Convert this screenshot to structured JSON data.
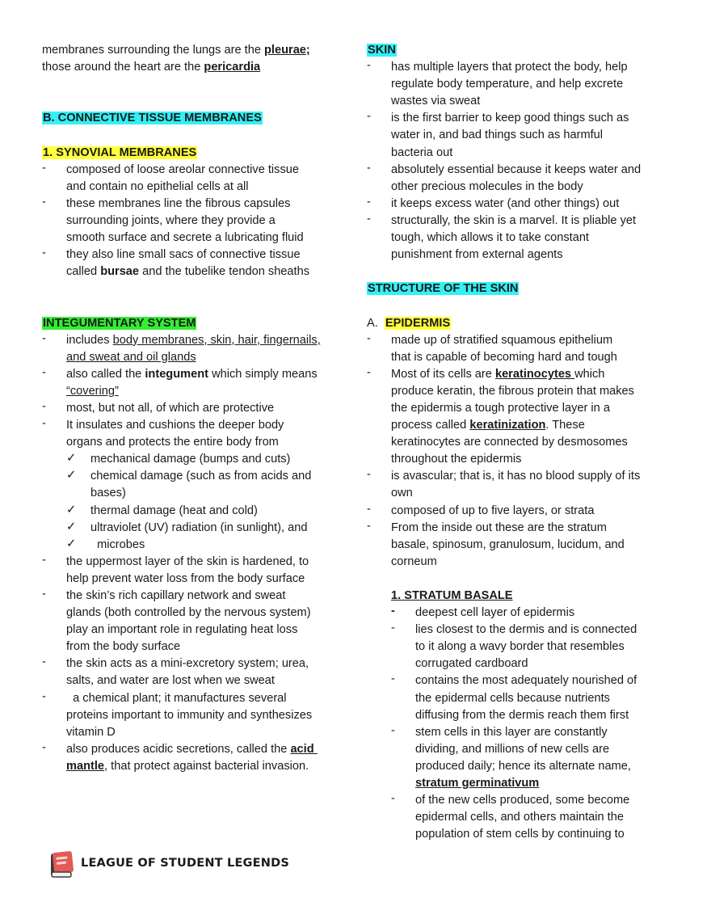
{
  "left": {
    "pleurae_pre": "membranes surrounding the lungs are the ",
    "pleurae": "pleurae;",
    "peri_pre": "those around the heart are the ",
    "pericardia": "pericardia",
    "heading_b": "B.  CONNECTIVE TISSUE MEMBRANES",
    "heading_syn": "1.  SYNOVIAL MEMBRANES",
    "syn_items": [
      [
        "composed of loose areolar connective tissue",
        "and contain no epithelial cells at all"
      ],
      [
        "these membranes line the fibrous capsules",
        "surrounding joints, where they provide a",
        "smooth surface and secrete a lubricating fluid"
      ]
    ],
    "syn3_l1": "they also line small sacs of connective tissue",
    "syn3_pre": "called ",
    "bursae": "bursae",
    "syn3_post": " and the tubelike tendon sheaths",
    "heading_integ": "INTEGUMENTARY SYSTEM",
    "integ1_pre": "includes ",
    "integ1_u1": "body membranes, skin, hair, fingernails,",
    "integ1_u2": "and sweat and oil glands",
    "integ2_pre": "also called the ",
    "integument": "integument",
    "integ2_post": " which simply means",
    "covering": "“covering”",
    "integ3": "most, but not all, of which are protective",
    "integ4_l1": "It insulates and cushions the deeper body",
    "integ4_l2": "organs and protects the entire body from",
    "checks": [
      [
        "mechanical damage (bumps and cuts)"
      ],
      [
        "chemical damage (such as from acids and",
        "bases)"
      ],
      [
        "thermal damage (heat and cold)"
      ],
      [
        "ultraviolet (UV) radiation (in sunlight), and"
      ],
      [
        "  microbes"
      ]
    ],
    "items_after": [
      [
        "the uppermost layer of the skin is hardened, to",
        "help prevent water loss from the body surface"
      ],
      [
        "the skin’s rich capillary network and sweat",
        "glands (both controlled by the nervous system)",
        "play an important role in regulating heat loss",
        "from the body surface"
      ],
      [
        "the skin acts as a mini-excretory system; urea,",
        "salts, and water are lost when we sweat"
      ],
      [
        "  a chemical plant; it manufactures several",
        "proteins important to immunity and synthesizes",
        "vitamin D"
      ]
    ],
    "acid_pre": "also produces acidic secretions, called the ",
    "acid": "acid ",
    "mantle": "mantle",
    "acid_post": ", that protect against bacterial invasion."
  },
  "right": {
    "heading_skin": "SKIN",
    "skin_items": [
      [
        "has multiple layers that protect the body, help",
        "regulate body temperature, and help excrete",
        "wastes via sweat"
      ],
      [
        "is the first barrier to keep good things such as",
        "water in, and bad things such as harmful",
        "bacteria out"
      ],
      [
        "absolutely essential because it keeps water and",
        "other precious molecules in the body"
      ],
      [
        "it keeps excess water (and other things) out"
      ],
      [
        "structurally, the skin is a marvel. It is pliable yet",
        "tough, which allows it to take constant",
        "punishment from external agents"
      ]
    ],
    "heading_structure": "STRUCTURE OF THE SKIN",
    "epi_letter": "A.  ",
    "epi_heading": "EPIDERMIS",
    "epi1": [
      "made up of stratified squamous epithelium",
      "that is capable of becoming hard and tough"
    ],
    "epi2_pre": "Most of its cells are ",
    "keratinocytes": "keratinocytes ",
    "epi2_post": "which",
    "epi2_lines": [
      "produce keratin, the fibrous protein that makes",
      "the epidermis a tough protective layer in a"
    ],
    "epi2_l4_pre": "process called ",
    "keratinization": "keratinization",
    "epi2_l4_post": ". These",
    "epi2_lines2": [
      "keratinocytes are connected by desmosomes",
      "throughout the epidermis"
    ],
    "epi_items": [
      [
        "is avascular; that is, it has no blood supply of its",
        "own"
      ],
      [
        "composed of up to five layers, or strata"
      ],
      [
        "From the inside out these are the stratum",
        "basale, spinosum, granulosum, lucidum, and",
        "corneum"
      ]
    ],
    "basale_heading": "1.  STRATUM BASALE",
    "basale_items": [
      [
        "deepest cell layer of epidermis"
      ],
      [
        "lies closest to the dermis and is connected",
        "to it along a wavy border that resembles",
        "corrugated cardboard"
      ],
      [
        "contains the most adequately nourished of",
        "the epidermal cells because nutrients",
        "diffusing from the dermis reach them first"
      ],
      [
        "stem cells in this layer are constantly",
        "dividing, and millions of new cells are",
        "produced daily; hence its alternate name,"
      ]
    ],
    "germinativum": "stratum germinativum",
    "basale_last": [
      "of the new cells produced, some become",
      "epidermal cells, and others maintain the",
      "population of stem cells by continuing to"
    ]
  },
  "symbols": {
    "dash": "-",
    "check": "✓"
  },
  "footer": {
    "brand": "LEAGUE OF STUDENT LEGENDS",
    "logo_color": "#e25b57",
    "logo_icon": "book-icon"
  }
}
